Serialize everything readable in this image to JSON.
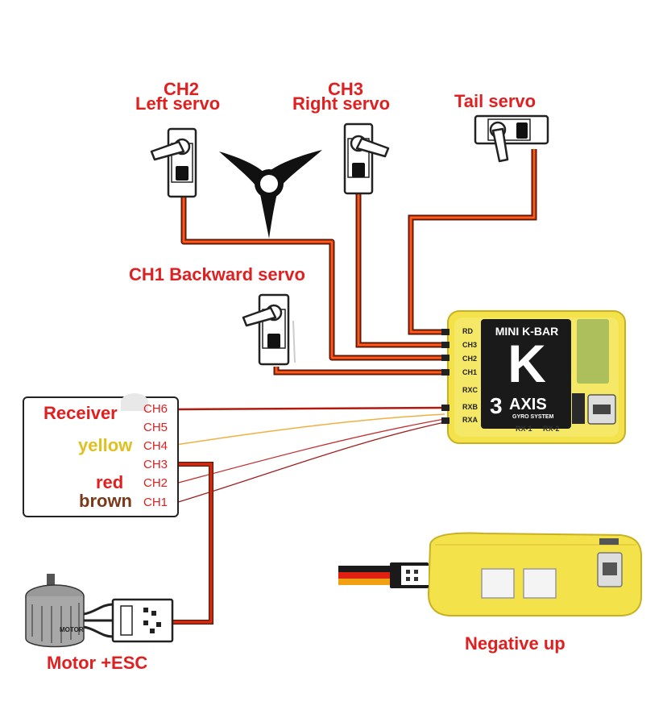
{
  "labels": {
    "ch2_title": "CH2",
    "left_servo": "Left servo",
    "ch3_title": "CH3",
    "right_servo": "Right servo",
    "tail_servo": "Tail servo",
    "ch1_backward": "CH1 Backward servo",
    "receiver": "Receiver",
    "yellow": "yellow",
    "red": "red",
    "brown": "brown",
    "motor_esc": "Motor +ESC",
    "negative_up": "Negative up"
  },
  "receiver_channels": [
    "CH6",
    "CH5",
    "CH4",
    "CH3",
    "CH2",
    "CH1"
  ],
  "controller": {
    "name": "MINI K-BAR",
    "letter": "K",
    "axis_num": "3",
    "axis_word": "AXIS",
    "gyro": "GYRO SYSTEM",
    "rx1": "RX-1",
    "rx2": "RX-2",
    "pins": [
      "RD",
      "CH3",
      "CH2",
      "CH1",
      "RXC",
      "RXB",
      "RXA"
    ]
  },
  "motor_text": "MOTOR",
  "colors": {
    "label_red": "#e02020",
    "yellow_label": "#e0c020",
    "brown_label": "#7a3a1a",
    "wire_red": "#d42a10",
    "wire_orange": "#f08a20",
    "controller_yellow": "#f3e24a"
  }
}
